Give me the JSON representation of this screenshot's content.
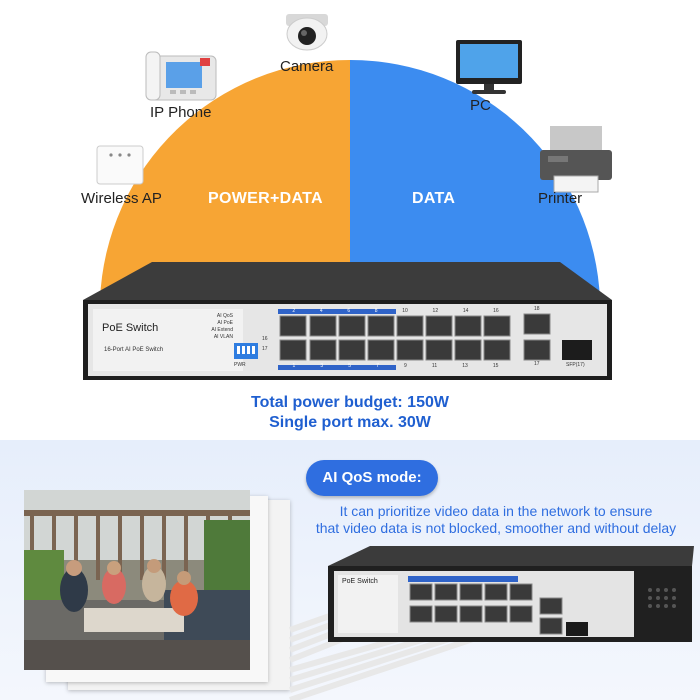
{
  "devices": {
    "camera": "Camera",
    "ip_phone": "IP Phone",
    "pc": "PC",
    "wireless_ap": "Wireless AP",
    "printer": "Printer"
  },
  "pie": {
    "left_label": "POWER+DATA",
    "right_label": "DATA",
    "left_color": "#f7a534",
    "right_color": "#3c8cf0"
  },
  "switch": {
    "brand": "PoE Switch",
    "model": "16-Port AI PoE Switch",
    "dip_labels": [
      "AI QoS",
      "AI PoE",
      "AI Extend",
      "AI VLAN"
    ],
    "dip_numbers": [
      "16",
      "17"
    ],
    "pwr": "PWR",
    "top_ports": [
      "2",
      "4",
      "6",
      "8",
      "10",
      "12",
      "14",
      "16"
    ],
    "bottom_ports": [
      "1",
      "3",
      "5",
      "7",
      "9",
      "11",
      "13",
      "15"
    ],
    "uplink_top": "18",
    "uplink_bottom": "17",
    "sfp": "SFP(17)"
  },
  "budget": {
    "line1": "Total power budget: 150W",
    "line2": "Single port max. 30W"
  },
  "qos": {
    "pill": "AI QoS mode:",
    "desc1": "It can prioritize video data in the network to ensure",
    "desc2": "that video data is not blocked, smoother and without delay"
  },
  "switch_small": {
    "brand": "PoE Switch"
  }
}
